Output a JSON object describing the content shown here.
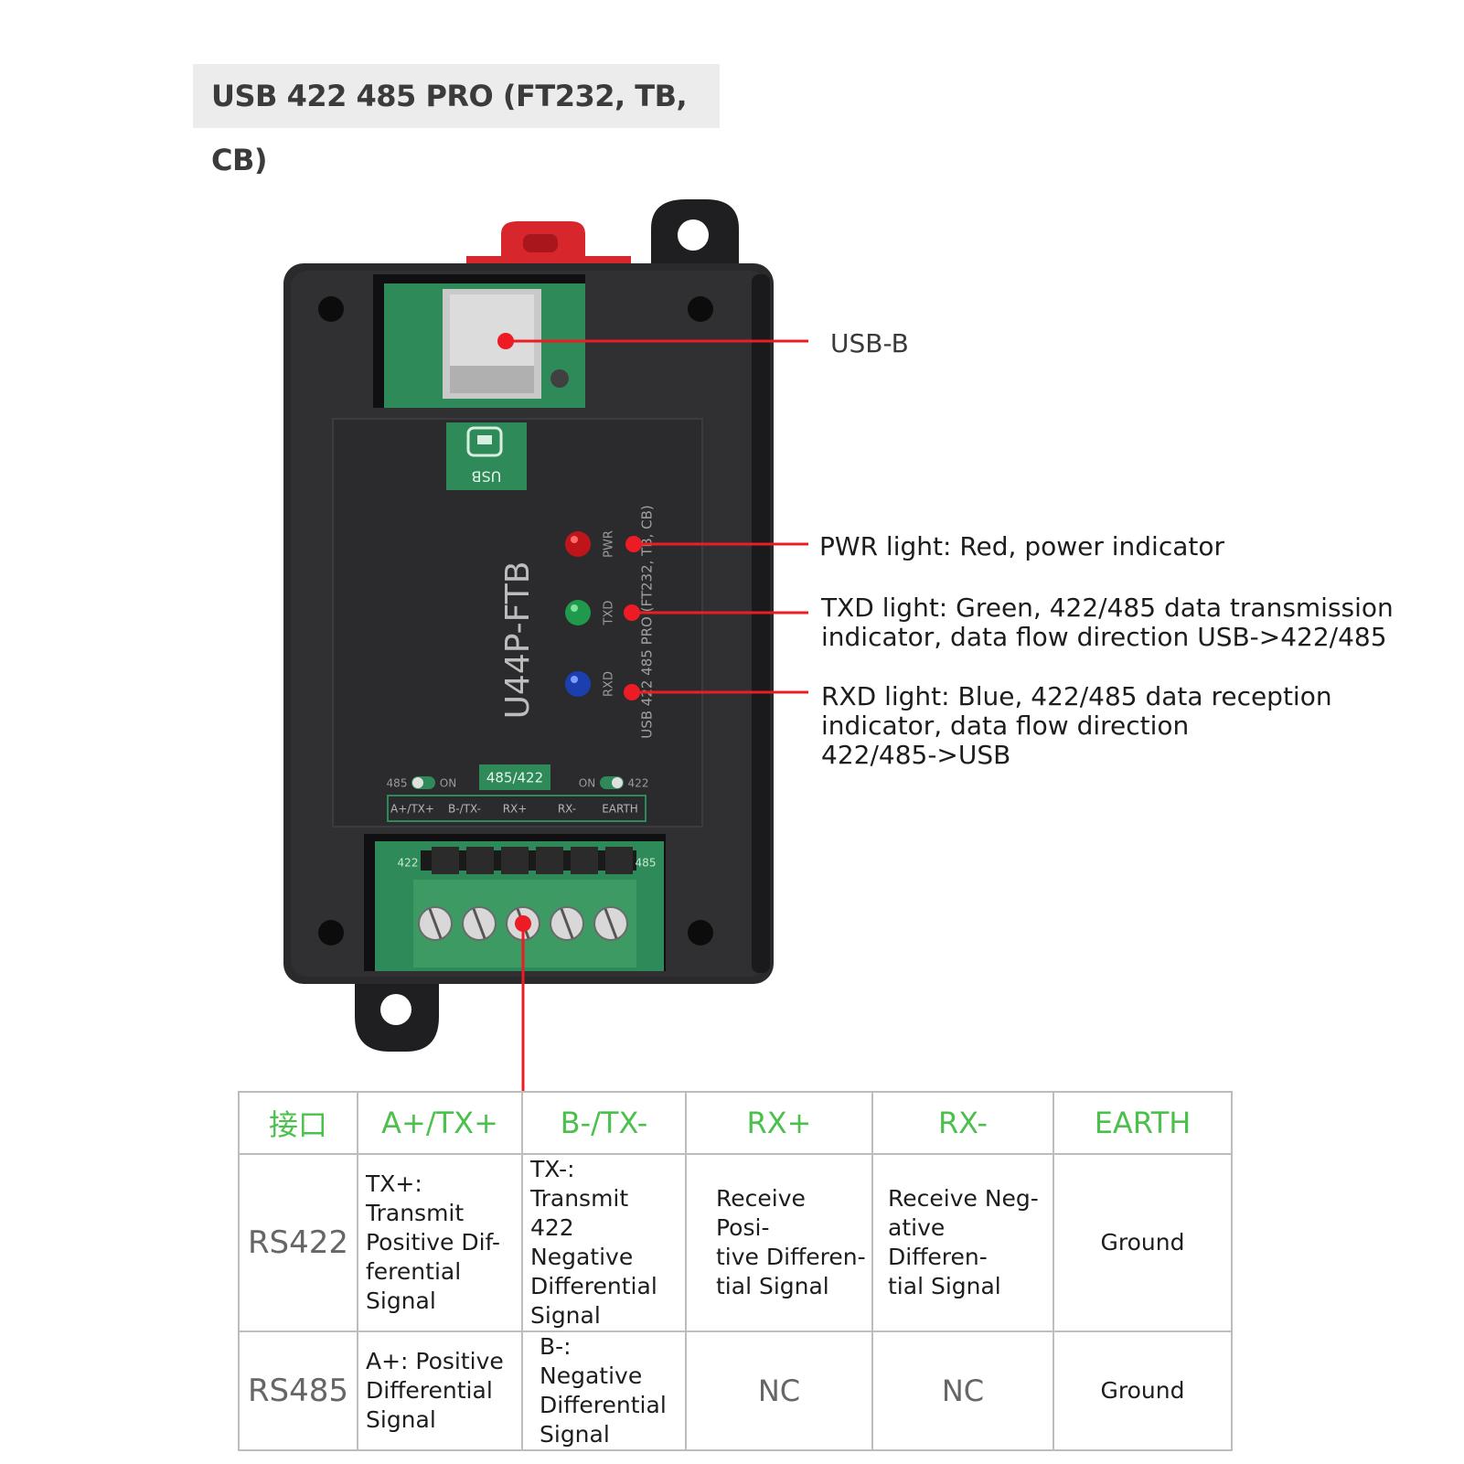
{
  "title": "USB 422 485 PRO (FT232, TB, CB)",
  "device": {
    "model": "U44P-FTB",
    "side_label": "USB 422 485 PRO (FT232, TB, CB)",
    "usb_label": "USB",
    "indicators": [
      {
        "label": "PWR",
        "color": "#c0141b"
      },
      {
        "label": "TXD",
        "color": "#1f9a4a"
      },
      {
        "label": "RXD",
        "color": "#1b3fae"
      }
    ],
    "mode_label": "485/422",
    "switch_left": {
      "left": "485",
      "right": "ON"
    },
    "switch_right": {
      "left": "ON",
      "right": "422"
    },
    "terminals": [
      "A+/TX+",
      "B-/TX-",
      "RX+",
      "RX-",
      "EARTH"
    ],
    "jumper_labels": [
      "422",
      "485"
    ],
    "accent_color": "#ed1c24",
    "pcb_color": "#2e8a58"
  },
  "callouts": {
    "usb_b": "USB-B",
    "pwr": "PWR light: Red, power indicator",
    "txd_line1": "TXD light: Green, 422/485 data transmission",
    "txd_line2": "indicator, data flow direction USB->422/485",
    "rxd_line1": "RXD light: Blue, 422/485 data reception",
    "rxd_line2": "indicator, data flow direction",
    "rxd_line3": "422/485->USB"
  },
  "table": {
    "headers": [
      "接口",
      "A+/TX+",
      "B-/TX-",
      "RX+",
      "RX-",
      "EARTH"
    ],
    "rows": [
      {
        "name": "RS422",
        "cells": [
          [
            "TX+: Transmit",
            "Positive Dif-",
            "ferential",
            "Signal"
          ],
          [
            "TX-: Transmit",
            "422 Negative",
            "Differential",
            "Signal"
          ],
          [
            "Receive Posi-",
            "tive Differen-",
            "tial Signal"
          ],
          [
            "Receive Neg-",
            "ative Differen-",
            "tial Signal"
          ],
          [
            "Ground"
          ]
        ]
      },
      {
        "name": "RS485",
        "cells": [
          [
            "A+: Positive",
            "Differential",
            "Signal"
          ],
          [
            "B-: Negative",
            "Differential",
            "Signal"
          ],
          [
            "NC"
          ],
          [
            "NC"
          ],
          [
            "Ground"
          ]
        ]
      }
    ]
  }
}
